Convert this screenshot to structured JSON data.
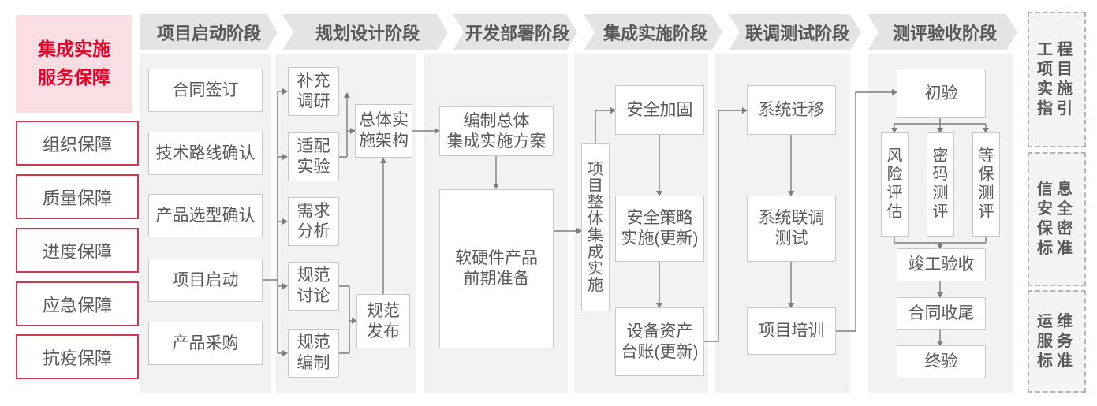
{
  "sidebar": {
    "title": "集成实施\n服务保障",
    "items": [
      "组织保障",
      "质量保障",
      "进度保障",
      "应急保障",
      "抗疫保障"
    ]
  },
  "phases": [
    "项目启动阶段",
    "规划设计阶段",
    "开发部署阶段",
    "集成实施阶段",
    "联调测试阶段",
    "测评验收阶段"
  ],
  "flow": {
    "project_start": [
      "合同签订",
      "技术路线确认",
      "产品选型确认",
      "项目启动",
      "产品采购"
    ],
    "planning_design": {
      "supplement_research": "补充\n调研",
      "adaptation_test": "适配\n实验",
      "requirement_analysis": "需求\n分析",
      "spec_discussion": "规范\n讨论",
      "spec_compilation": "规范\n编制",
      "overall_architecture": "总体实\n施架构",
      "spec_release": "规范\n发布"
    },
    "dev_deploy": {
      "compile_plan": "编制总体\n集成实施方案",
      "hw_sw_preparation": "软硬件产品\n前期准备"
    },
    "integration": {
      "overall_integration": "项目整体集成实施",
      "security_hardening": "安全加固",
      "security_policy": "安全策略\n实施(更新)",
      "asset_ledger": "设备资产\n台账(更新)"
    },
    "joint_test": {
      "system_migration": "系统迁移",
      "joint_debugging": "系统联调\n测试",
      "project_training": "项目培训"
    },
    "acceptance": {
      "initial_acceptance": "初验",
      "risk_assessment": "风险评估",
      "crypto_evaluation": "密码测评",
      "classified_protection_evaluation": "等保测评",
      "completion_acceptance": "竣工验收",
      "contract_closure": "合同收尾",
      "final_acceptance": "终验"
    }
  },
  "references": [
    "工程项目实施指引",
    "信息安全保密标准",
    "运维服务标准"
  ],
  "colors": {
    "accent_red": "#e60127",
    "title_bg_pink": "#fbdee3",
    "sidebar_border_red": "#cf3a52",
    "text_gray": "#595959",
    "phase_band_bg": "#e4e4e4",
    "panel_bg": "#f2f2f2",
    "box_border": "#c9c9c9",
    "connector_gray": "#7d7d7d",
    "dashed_border": "#b5b5b5"
  }
}
